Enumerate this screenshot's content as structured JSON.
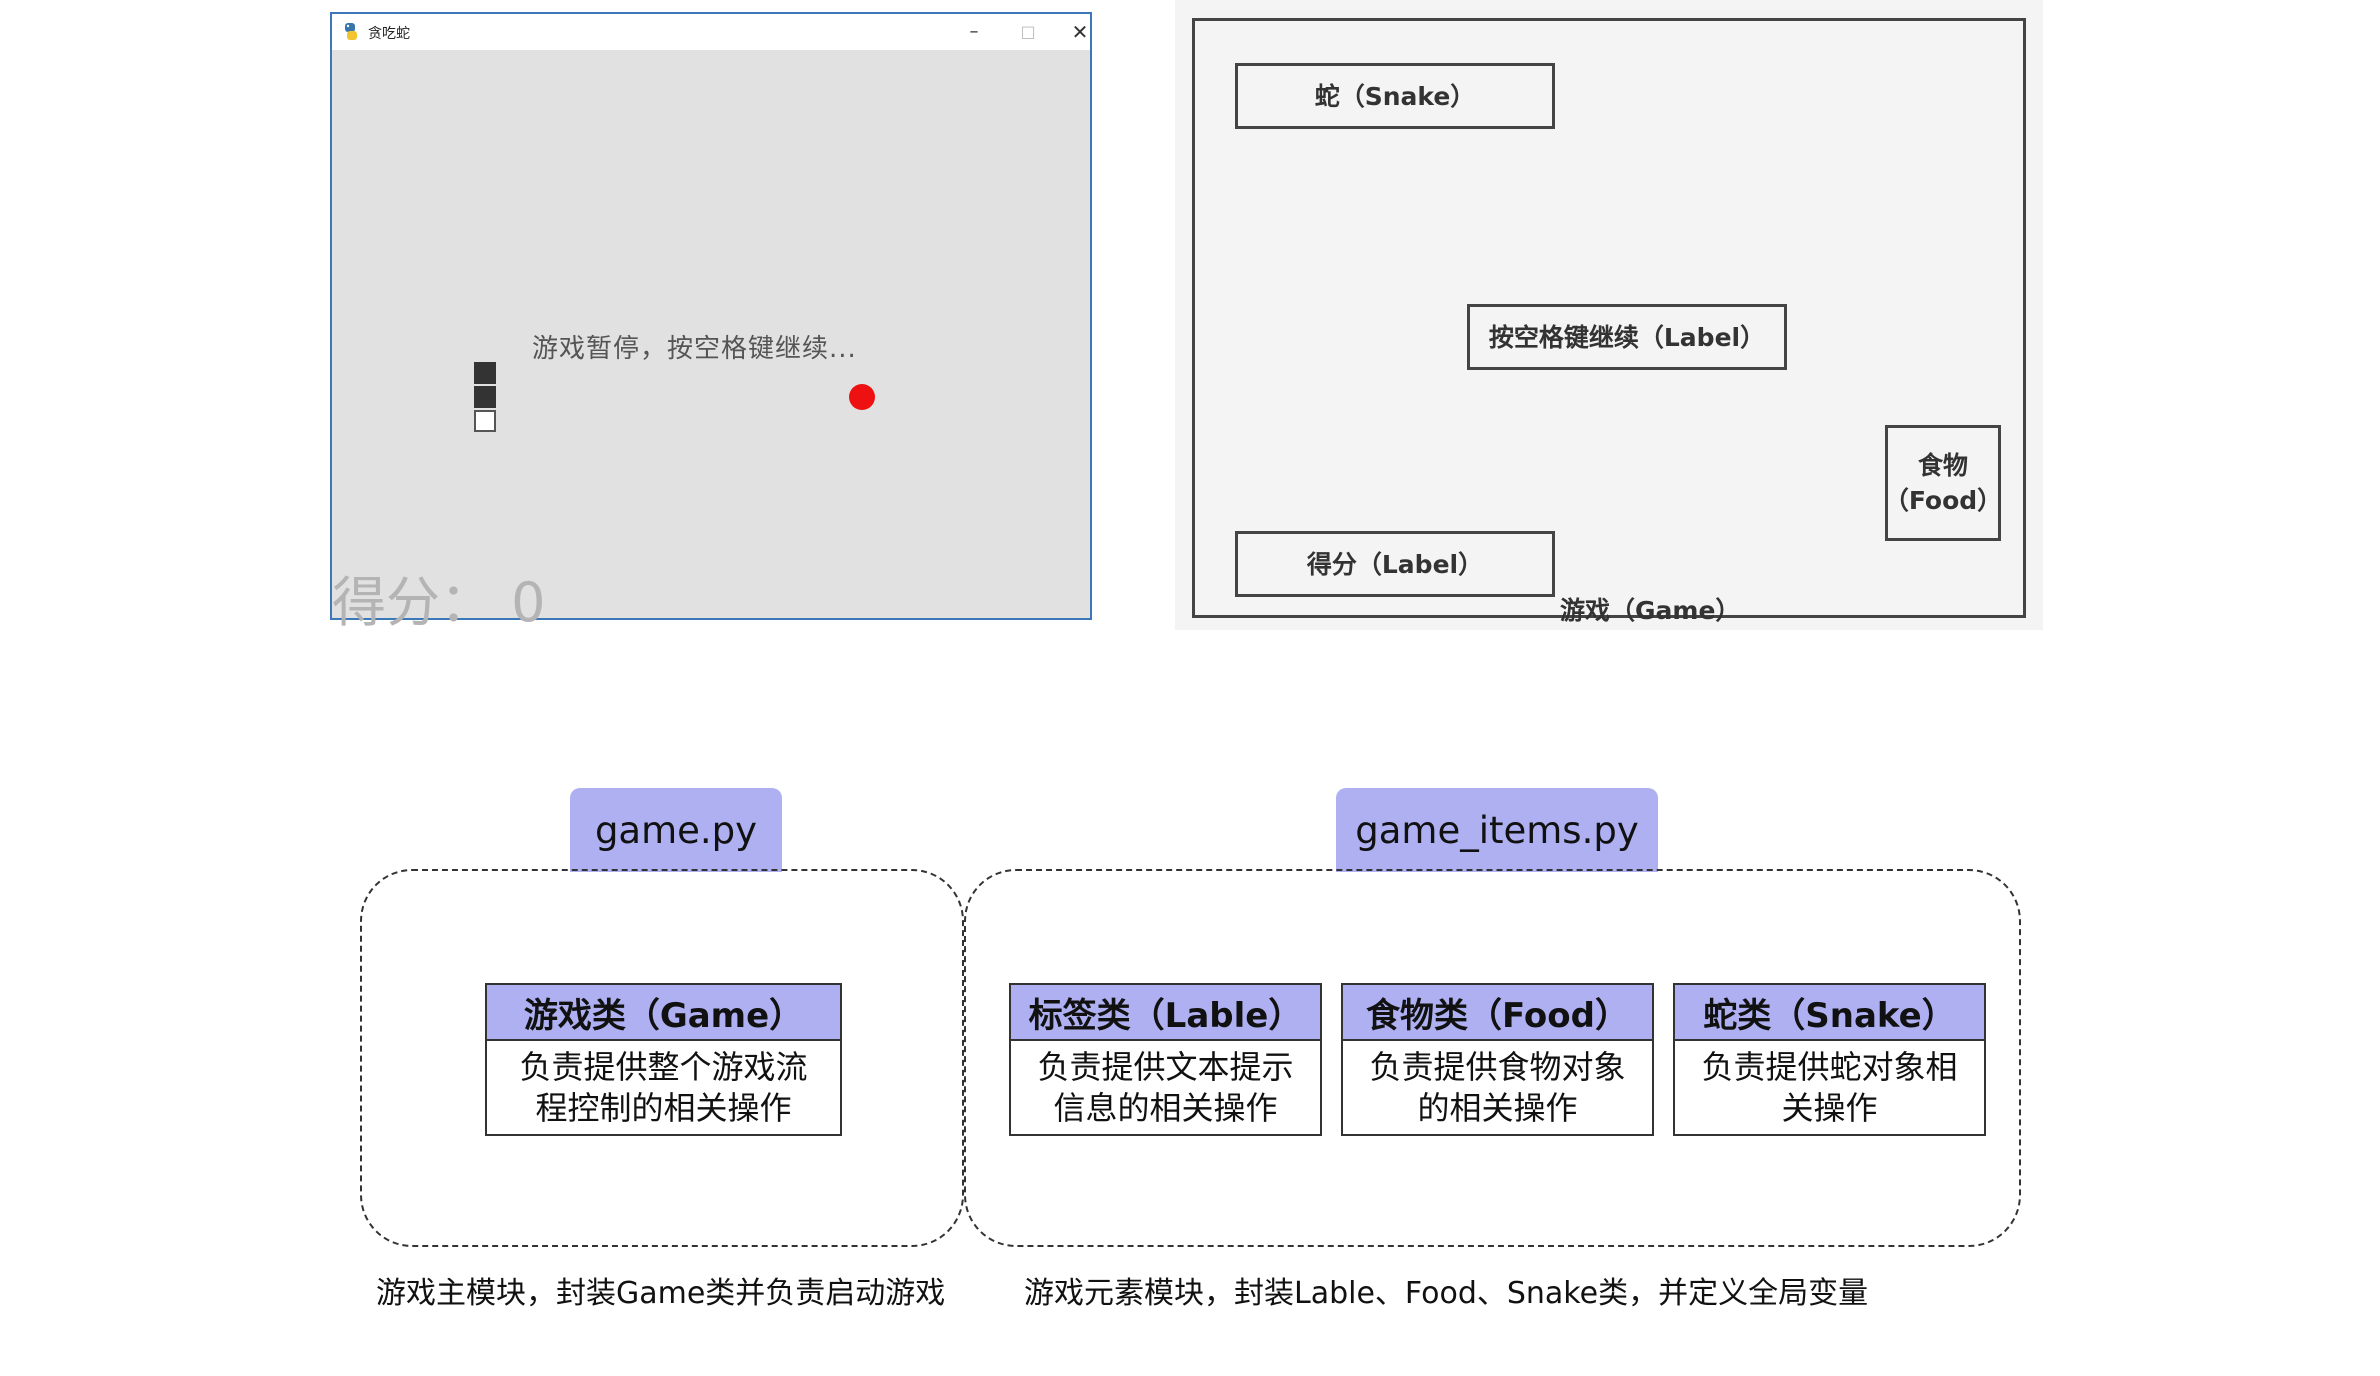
{
  "window": {
    "title": "贪吃蛇",
    "icon": "python-snake-icon",
    "controls": {
      "minimize": "–",
      "maximize": "□",
      "close": "✕"
    },
    "pause_message": "游戏暂停，按空格键继续...",
    "score_text": "得分： 0",
    "snake_segments": 3,
    "colors": {
      "border": "#3a78b8",
      "canvas": "#e1e1e1",
      "snake": "#333333",
      "food": "#ee1111",
      "score": "#b4b4b4"
    }
  },
  "sketch": {
    "snake_box": "蛇（Snake）",
    "label_box": "按空格键继续（Label）",
    "food_box": "食物\n（Food）",
    "score_box": "得分（Label）",
    "game_label": "游戏（Game）"
  },
  "modules": {
    "game": {
      "tab": "game.py",
      "classes": [
        {
          "title": "游戏类（Game）",
          "desc": "负责提供整个游戏流\n程控制的相关操作"
        }
      ],
      "caption": "游戏主模块，封装Game类并负责启动游戏"
    },
    "items": {
      "tab": "game_items.py",
      "classes": [
        {
          "title": "标签类（Lable）",
          "desc": "负责提供文本提示\n信息的相关操作"
        },
        {
          "title": "食物类（Food）",
          "desc": "负责提供食物对象\n的相关操作"
        },
        {
          "title": "蛇类（Snake）",
          "desc": "负责提供蛇对象相\n关操作"
        }
      ],
      "caption": "游戏元素模块，封装Lable、Food、Snake类，并定义全局变量"
    },
    "colors": {
      "accent": "#aeb0f2",
      "stroke": "#333333"
    }
  }
}
